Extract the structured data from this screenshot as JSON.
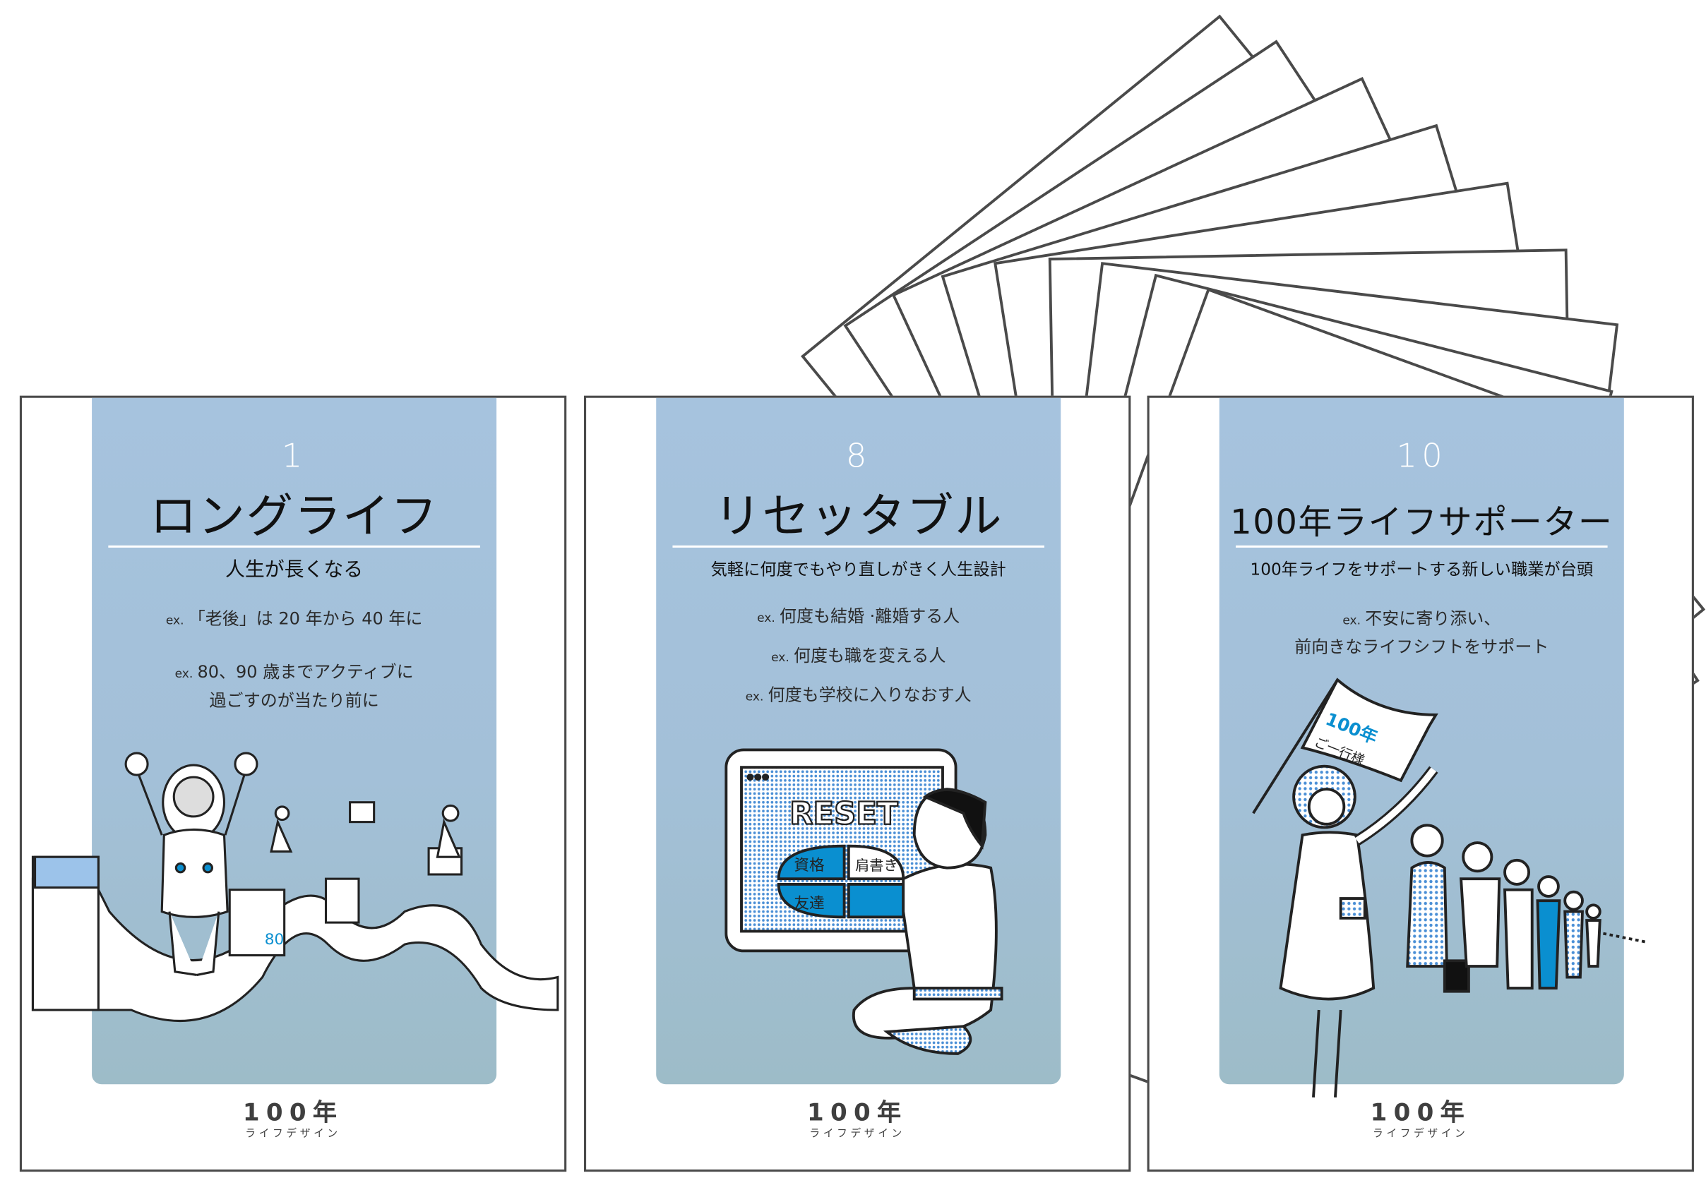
{
  "cards": [
    {
      "number": "1",
      "title": "ロングライフ",
      "subtitle": "人生が長くなる",
      "examples": [
        {
          "tag": "ex.",
          "text": "「老後」は 20 年から 40 年に"
        },
        {
          "tag": "ex.",
          "text": "80、90 歳までアクティブに",
          "text2": "過ごすのが当たり前に"
        }
      ],
      "illustration": {
        "name": "great-wall-astronaut"
      },
      "logo": {
        "main": "100年",
        "sub": "ライフデザイン"
      }
    },
    {
      "number": "8",
      "title": "リセッタブル",
      "subtitle": "気軽に何度でもやり直しがきく人生設計",
      "examples": [
        {
          "tag": "ex.",
          "text": "何度も結婚 ·離婚する人"
        },
        {
          "tag": "ex.",
          "text": "何度も職を変える人"
        },
        {
          "tag": "ex.",
          "text": "何度も学校に入りなおす人"
        }
      ],
      "illustration": {
        "screen_title": "RESET",
        "buttons": [
          "資格",
          "肩書き",
          "友達"
        ]
      },
      "logo": {
        "main": "100年",
        "sub": "ライフデザイン"
      }
    },
    {
      "number": "10",
      "title": "100年ライフサポーター",
      "subtitle": "100年ライフをサポートする新しい職業が台頭",
      "examples": [
        {
          "tag": "ex.",
          "text": "不安に寄り添い、",
          "text2": "前向きなライフシフトをサポート"
        }
      ],
      "illustration": {
        "flag_line1": "100年",
        "flag_line2": "ご一行様"
      },
      "logo": {
        "main": "100年",
        "sub": "ライフデザイン"
      }
    }
  ],
  "colors": {
    "panel_top": "#a6c3de",
    "panel_bottom": "#9dbcc8",
    "accent_blue": "#0a8fd0",
    "outline": "#4a4a4a"
  }
}
